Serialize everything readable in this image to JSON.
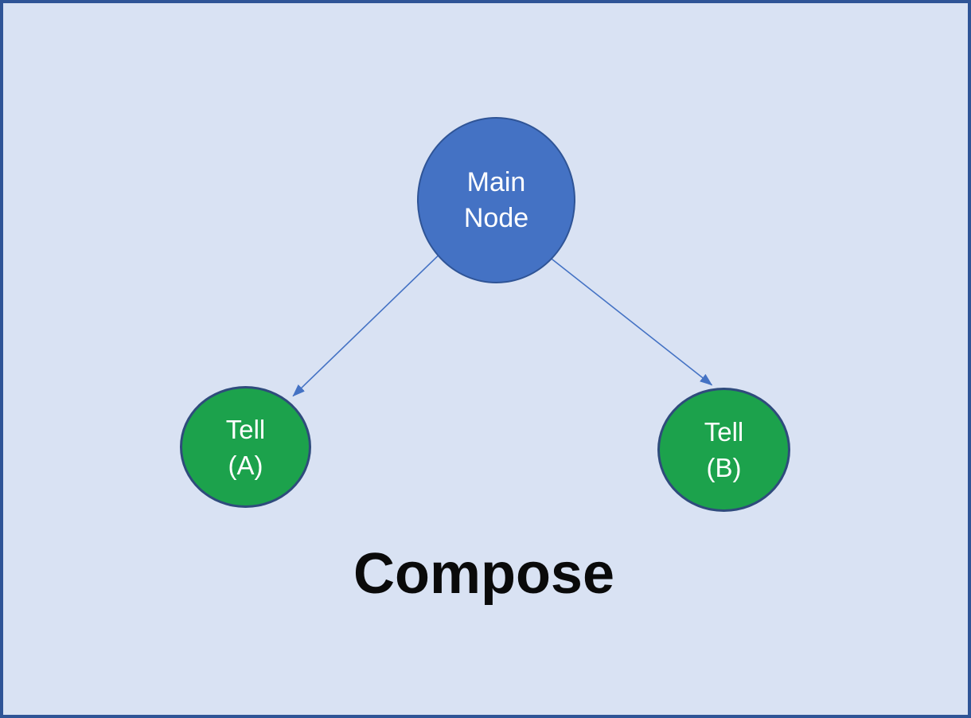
{
  "slide": {
    "caption": "Compose",
    "background_color": "#D9E2F3",
    "frame_color": "#2F5496",
    "caption_color": "#0A0A0A"
  },
  "nodes": {
    "main": {
      "line1": "Main",
      "line2": "Node",
      "fill_color": "#4472C4",
      "border_color": "#2F5496",
      "text_color": "#FFFFFF"
    },
    "tell_a": {
      "line1": "Tell",
      "line2": "(A)",
      "fill_color": "#1CA24C",
      "border_color": "#2F4B7C",
      "text_color": "#FFFFFF"
    },
    "tell_b": {
      "line1": "Tell",
      "line2": "(B)",
      "fill_color": "#1CA24C",
      "border_color": "#2F4B7C",
      "text_color": "#FFFFFF"
    }
  },
  "connectors": {
    "color": "#4472C4",
    "items": [
      {
        "from": "main-node",
        "to": "tell-a-node"
      },
      {
        "from": "main-node",
        "to": "tell-b-node"
      }
    ]
  }
}
